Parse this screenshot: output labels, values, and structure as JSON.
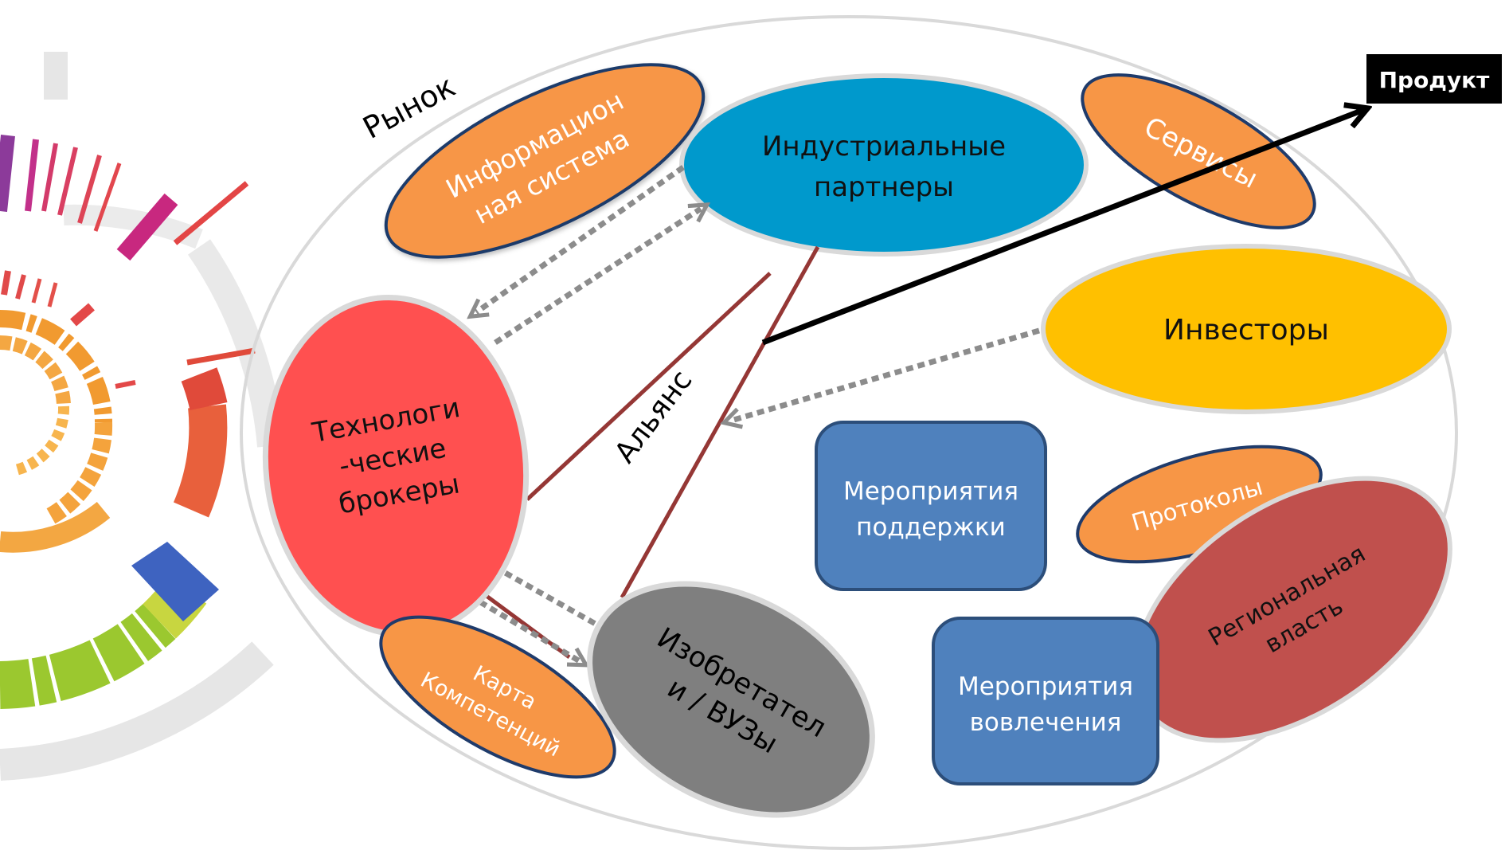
{
  "labels": {
    "market": "Рынок",
    "info_system_1": "Информацион",
    "info_system_2": "ная система",
    "industrial_1": "Индустриальные",
    "industrial_2": "партнеры",
    "services": "Сервисы",
    "product": "Продукт",
    "investors": "Инвесторы",
    "brokers_1": "Технологи",
    "brokers_2": "-ческие",
    "brokers_3": "брокеры",
    "alliance": "Альянс",
    "support_1": "Мероприятия",
    "support_2": "поддержки",
    "protocols": "Протоколы",
    "region_1": "Региональная",
    "region_2": "власть",
    "competence_1": "Карта",
    "competence_2": "Компетенций",
    "inventors_1": "Изобретател",
    "inventors_2": "и / ВУЗы",
    "engagement_1": "Мероприятия",
    "engagement_2": "вовлечения"
  },
  "colors": {
    "orange": "#F79646",
    "blue_partner": "#0099CC",
    "investors": "#FFC000",
    "brokers": "#FF5050",
    "inventors": "#7F7F7F",
    "events": "#4F81BD",
    "region": "#C0504D",
    "alliance_line": "#953735",
    "dotted_arrow": "#8C8C8C",
    "product_box": "#000000"
  }
}
